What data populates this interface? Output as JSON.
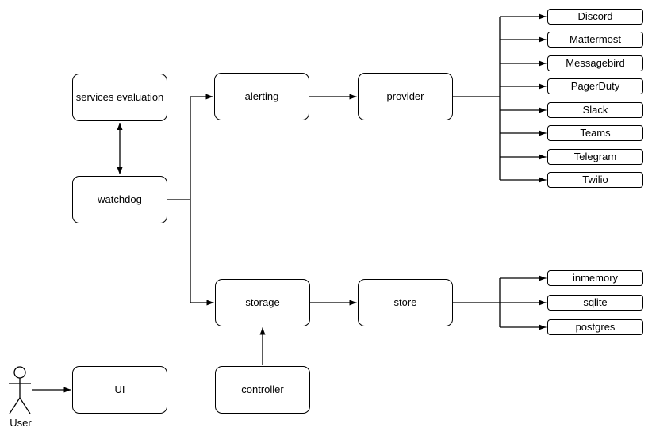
{
  "diagram": {
    "nodes": {
      "services_evaluation": "services evaluation",
      "alerting": "alerting",
      "provider": "provider",
      "watchdog": "watchdog",
      "storage": "storage",
      "store": "store",
      "ui": "UI",
      "controller": "controller"
    },
    "actor_label": "User",
    "providers": [
      "Discord",
      "Mattermost",
      "Messagebird",
      "PagerDuty",
      "Slack",
      "Teams",
      "Telegram",
      "Twilio"
    ],
    "stores": [
      "inmemory",
      "sqlite",
      "postgres"
    ],
    "colors": {
      "stroke": "#000000",
      "node_fill": "#ffffff",
      "background": "#ffffff"
    }
  }
}
